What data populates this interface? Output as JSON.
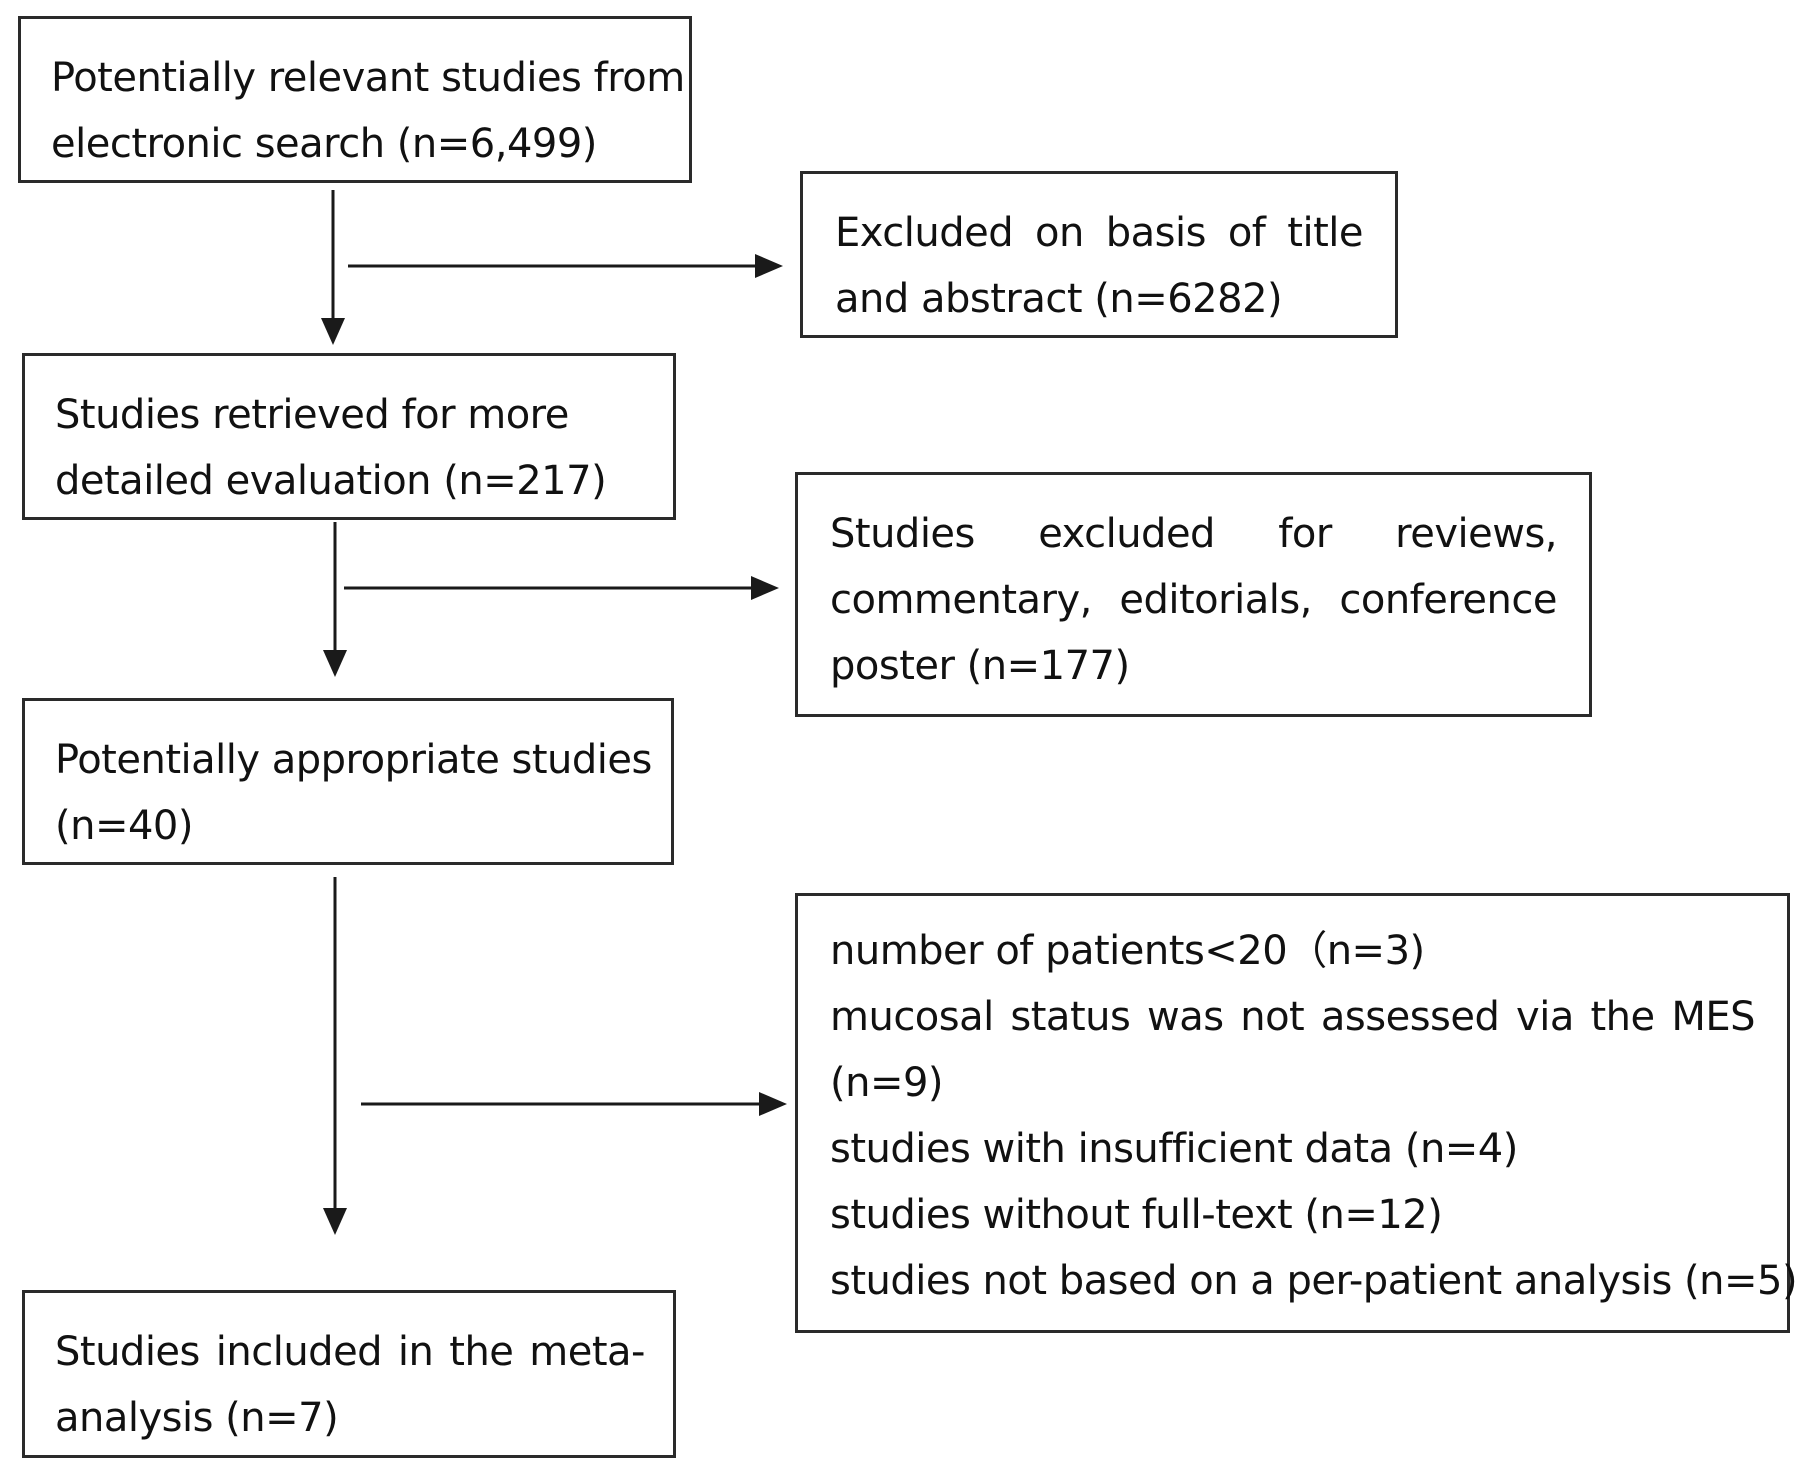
{
  "boxes": {
    "search": {
      "lines": [
        "Potentially relevant studies from",
        "electronic search (n=6,499)"
      ]
    },
    "excluded_title_abstract": {
      "lines": [
        "Excluded on basis of title",
        "and abstract (n=6282)"
      ]
    },
    "retrieved": {
      "lines": [
        "Studies retrieved for more",
        "detailed evaluation (n=217)"
      ]
    },
    "excluded_reviews": {
      "lines": [
        "Studies excluded for reviews,",
        "commentary, editorials, conference",
        "poster (n=177)"
      ]
    },
    "appropriate": {
      "lines": [
        "Potentially appropriate studies",
        "(n=40)"
      ]
    },
    "excluded_final": {
      "lines": [
        "number of patients<20（n=3)",
        "mucosal status was not assessed via the MES",
        "(n=9)",
        "studies with insufficient data (n=4)",
        "studies without full-text (n=12)",
        "studies not based on a per-patient analysis (n=5)"
      ]
    },
    "included": {
      "lines": [
        "Studies included in the meta-",
        "analysis (n=7)"
      ]
    }
  },
  "colors": {
    "stroke": "#1a1a1a",
    "text": "#111111",
    "background": "#ffffff"
  }
}
